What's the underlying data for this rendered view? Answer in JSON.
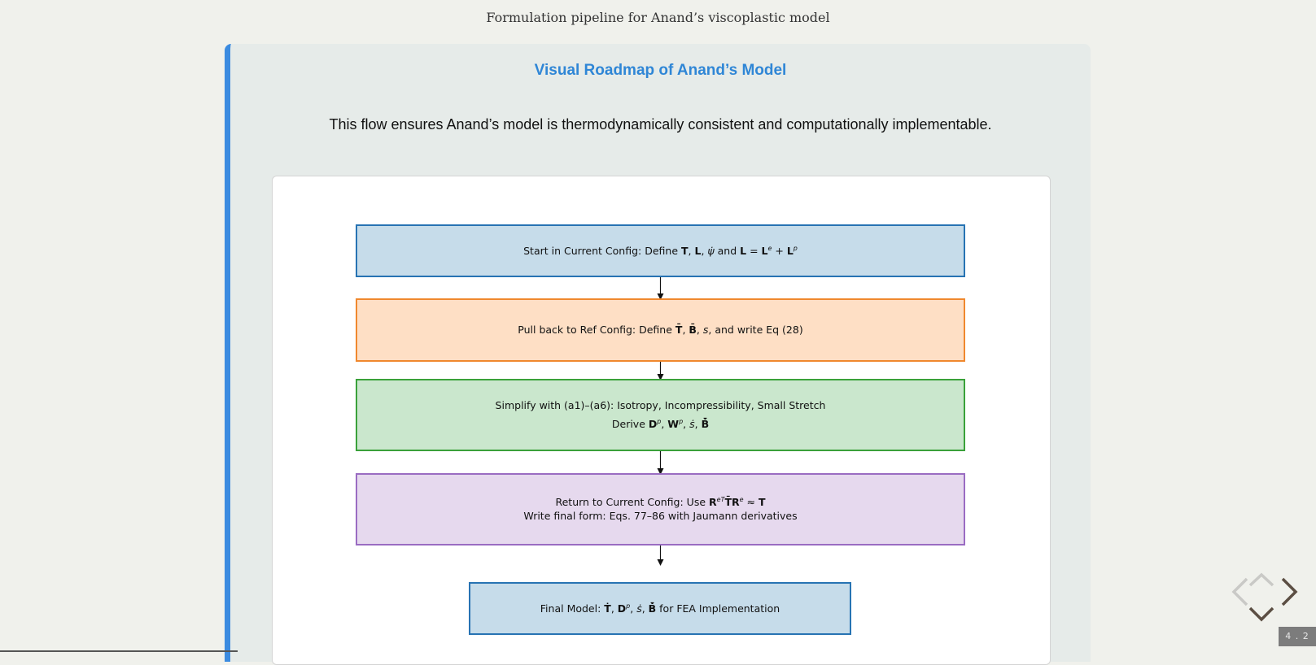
{
  "document": {
    "title": "Formulation pipeline for Anand’s viscoplastic model"
  },
  "slide": {
    "heading": "Visual Roadmap of Anand’s Model",
    "lead": "This flow ensures Anand’s model is thermodynamically consistent and computationally implementable."
  },
  "flowchart": {
    "nodes": [
      {
        "id": "current-config",
        "text_prefix": "Start in Current Config: Define ",
        "T": "T",
        "L": "L",
        "psi_dot": "ψ̇",
        "and": " and ",
        "eq_L": "L",
        "eq": " = ",
        "Le": "L",
        "e_sup": "e",
        "plus": " + ",
        "Lp": "L",
        "p_sup": "p",
        "color": "#c6dcea",
        "border": "#2773b3"
      },
      {
        "id": "ref-config",
        "text_prefix": "Pull back to Ref Config: Define ",
        "Tbar": "T̄",
        "Bbar": "B̄",
        "s": "s",
        "text_suffix": ", and write Eq (28)",
        "color": "#fedfc5",
        "border": "#f0882e"
      },
      {
        "id": "simplify",
        "line1": "Simplify with (a1)–(a6): Isotropy, Incompressibility, Small Stretch",
        "line2_prefix": "Derive ",
        "Dp": "D",
        "Wp": "W",
        "p_sup": "p",
        "sdot": "ṡ",
        "Bbar_dot": "B̄̇",
        "color": "#cae7cd",
        "border": "#3aa13a"
      },
      {
        "id": "return-current",
        "line1_prefix": "Return to Current Config: Use ",
        "R": "R",
        "eT_sup": "eT",
        "Tbar": "T̄",
        "R2": "R",
        "e_sup": "e",
        "approx": " ≈ ",
        "T": "T",
        "line2": "Write final form: Eqs. 77–86 with Jaumann derivatives",
        "color": "#e6d9ee",
        "border": "#9a6cc2"
      },
      {
        "id": "final-model",
        "text_prefix": "Final Model: ",
        "Tdot": "Ṫ",
        "Dp": "D",
        "p_sup": "p",
        "sdot": "ṡ",
        "Bbar_dot": "B̄̇",
        "text_suffix": " for FEA Implementation",
        "color": "#c6dcea",
        "border": "#2773b3"
      }
    ],
    "edges": [
      [
        "current-config",
        "ref-config"
      ],
      [
        "ref-config",
        "simplify"
      ],
      [
        "simplify",
        "return-current"
      ],
      [
        "return-current",
        "final-model"
      ]
    ]
  },
  "navigation": {
    "slide_number": "4 . 2",
    "controls": [
      "arrow-up-icon",
      "arrow-left-icon",
      "arrow-right-icon",
      "arrow-down-icon"
    ]
  }
}
